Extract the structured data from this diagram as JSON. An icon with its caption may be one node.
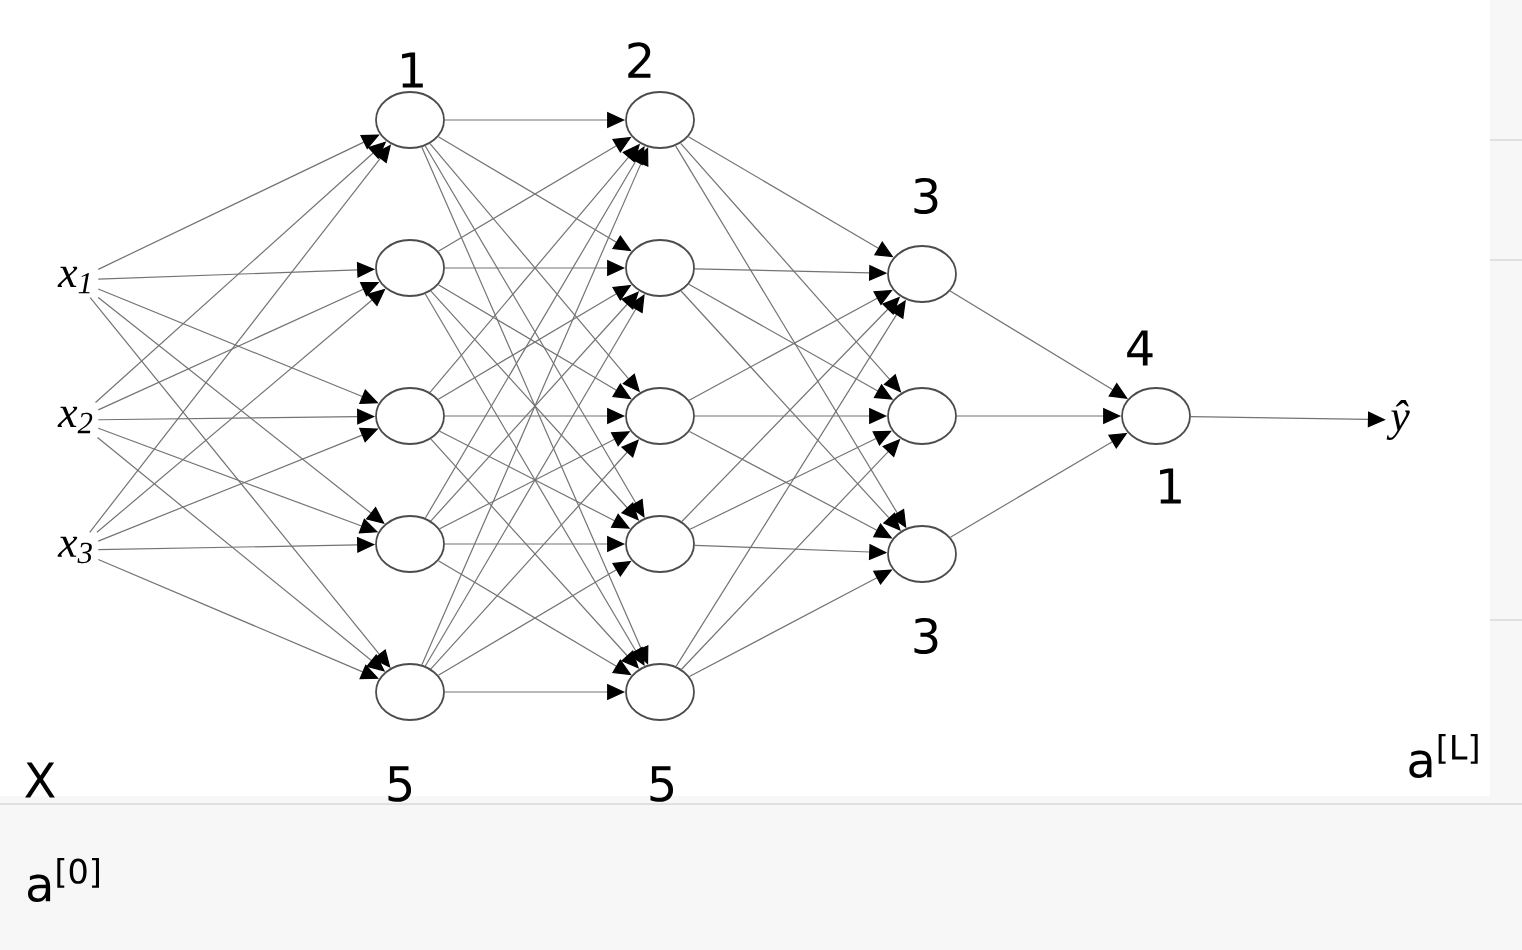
{
  "diagram": {
    "nodes": [
      {
        "text": [
          "x$_{1}$"
        ]
      },
      {
        "text": [
          "x$_{2}$"
        ]
      },
      {
        "text": [
          "x$_{3}$"
        ]
      },
      {
        "text": [],
        "shape": "circle"
      },
      {
        "text": [],
        "shape": "circle"
      },
      {
        "text": [],
        "shape": "circle"
      },
      {
        "text": [],
        "shape": "circle"
      },
      {
        "text": [],
        "shape": "circle"
      },
      {
        "text": [],
        "shape": "circle"
      },
      {
        "text": [],
        "shape": "circle"
      },
      {
        "text": [],
        "shape": "circle"
      },
      {
        "text": [],
        "shape": "circle"
      },
      {
        "text": [],
        "shape": "circle"
      },
      {
        "text": [],
        "shape": "circle"
      },
      {
        "text": [],
        "shape": "circle"
      },
      {
        "text": [],
        "shape": "circle"
      },
      {
        "text": [],
        "shape": "circle"
      },
      {
        "text": [
          "ŷ"
        ]
      }
    ],
    "edges": [
      {
        "from": 0,
        "to": 3,
        "arrow": "to"
      },
      {
        "from": 0,
        "to": 4,
        "arrow": "to"
      },
      {
        "from": 0,
        "to": 5,
        "arrow": "to"
      },
      {
        "from": 0,
        "to": 6,
        "arrow": "to"
      },
      {
        "from": 0,
        "to": 7,
        "arrow": "to"
      },
      {
        "from": 1,
        "to": 3,
        "arrow": "to"
      },
      {
        "from": 1,
        "to": 4,
        "arrow": "to"
      },
      {
        "from": 1,
        "to": 5,
        "arrow": "to"
      },
      {
        "from": 1,
        "to": 6,
        "arrow": "to"
      },
      {
        "from": 1,
        "to": 7,
        "arrow": "to"
      },
      {
        "from": 2,
        "to": 3,
        "arrow": "to"
      },
      {
        "from": 2,
        "to": 4,
        "arrow": "to"
      },
      {
        "from": 2,
        "to": 5,
        "arrow": "to"
      },
      {
        "from": 2,
        "to": 6,
        "arrow": "to"
      },
      {
        "from": 2,
        "to": 7,
        "arrow": "to"
      },
      {
        "from": 3,
        "to": 8,
        "arrow": "to"
      },
      {
        "from": 3,
        "to": 9,
        "arrow": "to"
      },
      {
        "from": 3,
        "to": 10,
        "arrow": "to"
      },
      {
        "from": 3,
        "to": 11,
        "arrow": "to"
      },
      {
        "from": 3,
        "to": 12,
        "arrow": "to"
      },
      {
        "from": 4,
        "to": 8,
        "arrow": "to"
      },
      {
        "from": 4,
        "to": 9,
        "arrow": "to"
      },
      {
        "from": 4,
        "to": 10,
        "arrow": "to"
      },
      {
        "from": 4,
        "to": 11,
        "arrow": "to"
      },
      {
        "from": 4,
        "to": 12,
        "arrow": "to"
      },
      {
        "from": 5,
        "to": 8,
        "arrow": "to"
      },
      {
        "from": 5,
        "to": 9,
        "arrow": "to"
      },
      {
        "from": 5,
        "to": 10,
        "arrow": "to"
      },
      {
        "from": 5,
        "to": 11,
        "arrow": "to"
      },
      {
        "from": 5,
        "to": 12,
        "arrow": "to"
      },
      {
        "from": 6,
        "to": 8,
        "arrow": "to"
      },
      {
        "from": 6,
        "to": 9,
        "arrow": "to"
      },
      {
        "from": 6,
        "to": 10,
        "arrow": "to"
      },
      {
        "from": 6,
        "to": 11,
        "arrow": "to"
      },
      {
        "from": 6,
        "to": 12,
        "arrow": "to"
      },
      {
        "from": 7,
        "to": 8,
        "arrow": "to"
      },
      {
        "from": 7,
        "to": 9,
        "arrow": "to"
      },
      {
        "from": 7,
        "to": 10,
        "arrow": "to"
      },
      {
        "from": 7,
        "to": 11,
        "arrow": "to"
      },
      {
        "from": 7,
        "to": 12,
        "arrow": "to"
      },
      {
        "from": 8,
        "to": 13,
        "arrow": "to"
      },
      {
        "from": 8,
        "to": 14,
        "arrow": "to"
      },
      {
        "from": 8,
        "to": 15,
        "arrow": "to"
      },
      {
        "from": 9,
        "to": 13,
        "arrow": "to"
      },
      {
        "from": 9,
        "to": 14,
        "arrow": "to"
      },
      {
        "from": 9,
        "to": 15,
        "arrow": "to"
      },
      {
        "from": 10,
        "to": 13,
        "arrow": "to"
      },
      {
        "from": 10,
        "to": 14,
        "arrow": "to"
      },
      {
        "from": 10,
        "to": 15,
        "arrow": "to"
      },
      {
        "from": 11,
        "to": 13,
        "arrow": "to"
      },
      {
        "from": 11,
        "to": 14,
        "arrow": "to"
      },
      {
        "from": 11,
        "to": 15,
        "arrow": "to"
      },
      {
        "from": 12,
        "to": 13,
        "arrow": "to"
      },
      {
        "from": 12,
        "to": 14,
        "arrow": "to"
      },
      {
        "from": 12,
        "to": 15,
        "arrow": "to"
      },
      {
        "from": 13,
        "to": 16,
        "arrow": "to"
      },
      {
        "from": 14,
        "to": 16,
        "arrow": "to"
      },
      {
        "from": 15,
        "to": 16,
        "arrow": "to"
      },
      {
        "from": 16,
        "to": 17,
        "arrow": "to"
      }
    ],
    "labels": [
      "1",
      "2",
      "3",
      "4",
      "1",
      "3",
      "5",
      "5",
      "X",
      "a$^{[L]}$",
      "a$^{[0]}$"
    ]
  }
}
